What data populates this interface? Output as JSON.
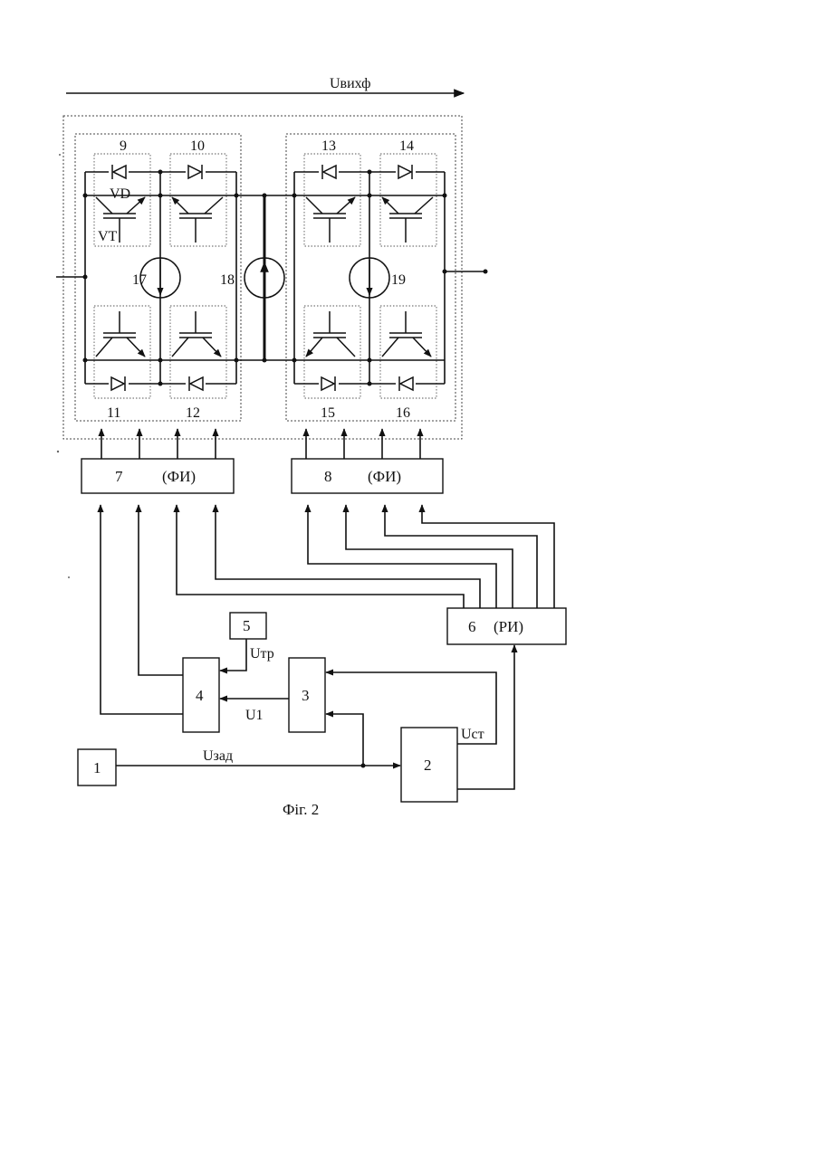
{
  "figure": {
    "caption": "Фiг. 2",
    "output_voltage_label": "Uвихф"
  },
  "modules": {
    "m9": "9",
    "m10": "10",
    "m11": "11",
    "m12": "12",
    "m13": "13",
    "m14": "14",
    "m15": "15",
    "m16": "16"
  },
  "device_labels": {
    "diode": "VD",
    "transistor": "VT"
  },
  "current_sources": {
    "s17": "17",
    "s18": "18",
    "s19": "19"
  },
  "blocks": {
    "b1": {
      "number": "1",
      "name": ""
    },
    "b2": {
      "number": "2",
      "name": ""
    },
    "b3": {
      "number": "3",
      "name": ""
    },
    "b4": {
      "number": "4",
      "name": ""
    },
    "b5": {
      "number": "5",
      "name": ""
    },
    "b6": {
      "number": "6",
      "name": "(РИ)"
    },
    "b7": {
      "number": "7",
      "name": "(ФИ)"
    },
    "b8": {
      "number": "8",
      "name": "(ФИ)"
    }
  },
  "signals": {
    "u_zad": "Uзад",
    "u_tr": "Uтр",
    "u_1": "U1",
    "u_st": "Uст"
  }
}
